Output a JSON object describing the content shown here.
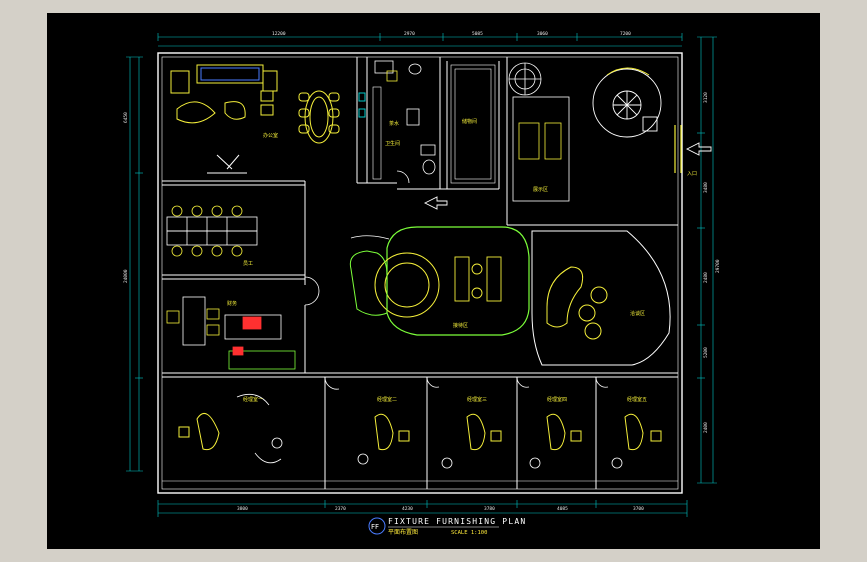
{
  "drawing": {
    "title": "FIXTURE FURNISHING PLAN",
    "subtitle": "平面布置图",
    "scale": "SCALE 1:100",
    "symbol": "FF",
    "rooms": {
      "office_top": "办公室",
      "water": "茶水",
      "washroom": "卫生间",
      "storage": "储物间",
      "exhibition": "展示区",
      "entry": "入口",
      "staff": "员工",
      "finance": "财务",
      "reception": "接待区",
      "lounge": "洽谈区",
      "manager1": "经理室一",
      "manager2": "经理室二",
      "manager3": "经理室三",
      "manager4": "经理室四",
      "manager5": "经理室五"
    },
    "dims_top": [
      "12200",
      "2970",
      "5085",
      "3060",
      "7200"
    ],
    "dims_bottom": [
      "3800",
      "2370",
      "4230",
      "3780",
      "4085",
      "3700"
    ],
    "dims_left": [
      "6450",
      "24000"
    ],
    "dims_right": [
      "3120",
      "3480",
      "2480",
      "5200",
      "2400",
      "29700"
    ]
  },
  "colors": {
    "background": "#000000",
    "walls": "#ffffff",
    "furniture": "#f5ef3a",
    "dimension": "#00c8c8",
    "accent_green": "#7cff3a",
    "accent_red": "#ff3030"
  }
}
